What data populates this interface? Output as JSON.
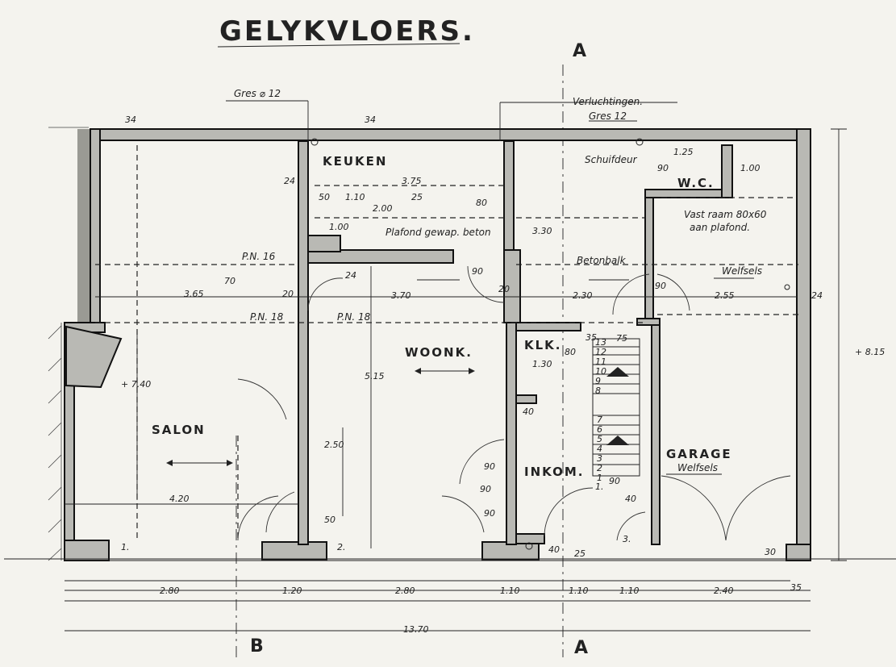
{
  "title": "GELYKVLOERS.",
  "sections": {
    "a_top": "A",
    "a_bottom": "A",
    "b_bottom": "B"
  },
  "rooms": {
    "keuken": "KEUKEN",
    "wc": "W.C.",
    "woonk": "WOONK.",
    "klk": "KLK.",
    "salon": "SALON",
    "inkom": "INKOM.",
    "garage": "GARAGE",
    "garage_sub": "Welfsels"
  },
  "notes": {
    "gres_left": "Gres ⌀ 12",
    "verluchtingen": "Verluchtingen.",
    "gres_right": "Gres 12",
    "schuifdeur": "Schuifdeur",
    "vast_raam_1": "Vast raam 80x60",
    "vast_raam_2": "aan plafond.",
    "plafond": "Plafond gewap. beton",
    "betonbalk": "Betonbalk",
    "welfsels": "Welfsels",
    "pn16": "P.N. 16",
    "pn18_left": "P.N. 18",
    "pn18_mid": "P.N. 18"
  },
  "dimensions": {
    "d34_left": "34",
    "d34_mid": "34",
    "d375": "3.75",
    "d50": "50",
    "d110": "1.10",
    "d25": "25",
    "d200": "2.00",
    "d80_keuken": "80",
    "d100_keuken": "1.00",
    "d24_keuken": "24",
    "d24_mid": "24",
    "d20_left": "20",
    "d20_mid": "20",
    "d70": "70",
    "d365": "3.65",
    "d370": "3.70",
    "d90_a": "90",
    "d330": "3.30",
    "d230": "2.30",
    "d255": "2.55",
    "d24_right": "24",
    "d90_b": "90",
    "d125": "1.25",
    "d90_wc": "90",
    "d100_wc": "1.00",
    "d815": "+ 8.15",
    "d740": "+ 7.40",
    "d515": "5.15",
    "d250": "2.50",
    "d420": "4.20",
    "d130": "1.30",
    "d80_klk": "80",
    "d35": "35",
    "d75": "75",
    "d40_a": "40",
    "d90_c": "90",
    "d90_d": "90",
    "d90_e": "90",
    "d90_f": "90",
    "d40_b": "40",
    "d40_c": "40",
    "d25_b": "25",
    "d30": "30",
    "d50_b": "50",
    "d280_left": "2.80",
    "d120": "1.20",
    "d280_mid": "2.80",
    "d110_a": "1.10",
    "d110_b": "1.10",
    "d110_c": "1.10",
    "d240": "2.40",
    "d35_b": "35",
    "d1370": "13.70",
    "w1": "1.",
    "w2": "2.",
    "w3": "3.",
    "w_stair1": "1."
  },
  "stairs": {
    "steps": [
      "13",
      "12",
      "11",
      "10",
      "9",
      "8",
      "7",
      "6",
      "5",
      "4",
      "3",
      "2",
      "1"
    ]
  }
}
